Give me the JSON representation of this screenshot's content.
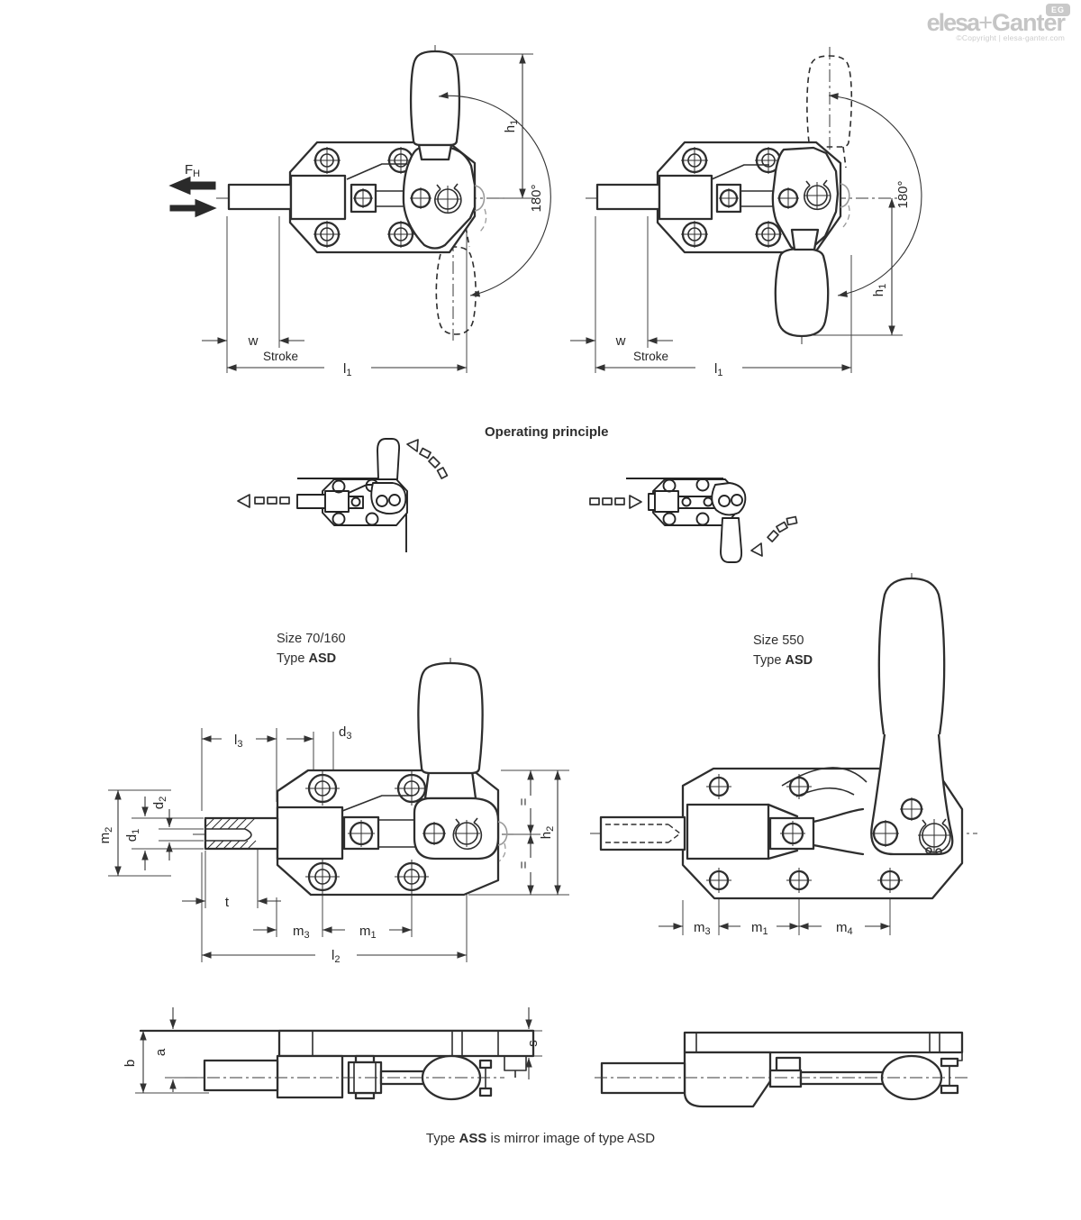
{
  "page": {
    "background": "#ffffff",
    "line_color": "#2e2e2e",
    "dim_color": "#333333"
  },
  "logo": {
    "brand_elesa": "elesa",
    "brand_plus": "+",
    "brand_ganter": "Ganter",
    "badge": "EG",
    "copyright": "©Copyright | elesa-ganter.com",
    "color": "#c5c5c5"
  },
  "headings": {
    "operating_principle": "Operating principle"
  },
  "size_labels": {
    "left": {
      "size": "Size 70/160",
      "type_prefix": "Type ",
      "type_bold": "ASD"
    },
    "right": {
      "size": "Size 550",
      "type_prefix": "Type ",
      "type_bold": "ASD"
    }
  },
  "note": {
    "prefix": "Type ",
    "bold": "ASS",
    "suffix": " is mirror image of type ASD"
  },
  "dims": {
    "fh": {
      "base": "F",
      "sub": "H"
    },
    "h1": {
      "base": "h",
      "sub": "1"
    },
    "angle": "180°",
    "w": "w",
    "stroke": "Stroke",
    "l1": {
      "base": "l",
      "sub": "1"
    },
    "l2": {
      "base": "l",
      "sub": "2"
    },
    "l3": {
      "base": "l",
      "sub": "3"
    },
    "d1": {
      "base": "d",
      "sub": "1"
    },
    "d2": {
      "base": "d",
      "sub": "2"
    },
    "d3": {
      "base": "d",
      "sub": "3"
    },
    "m1": {
      "base": "m",
      "sub": "1"
    },
    "m2": {
      "base": "m",
      "sub": "2"
    },
    "m3": {
      "base": "m",
      "sub": "3"
    },
    "m4": {
      "base": "m",
      "sub": "4"
    },
    "t": "t",
    "h2": {
      "base": "h",
      "sub": "2"
    },
    "a": "a",
    "b": "b",
    "s": "s",
    "equal": "="
  }
}
